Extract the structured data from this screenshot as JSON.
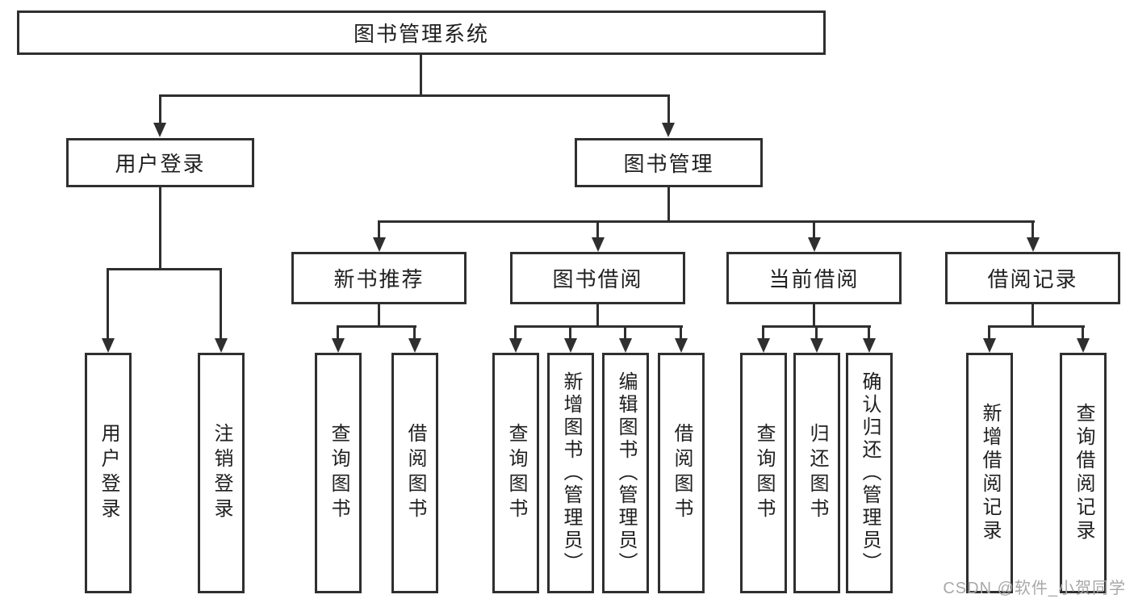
{
  "diagram_type": "functional-structure-org-chart",
  "colors": {
    "line": "#2f2f2f",
    "text": "#1f1f1f",
    "background": "#ffffff",
    "watermark": "#a8a8a8"
  },
  "watermark": {
    "text": "CSDN @软件_小贺同学"
  },
  "tree": {
    "label": "图书管理系统",
    "children": [
      {
        "label": "用户登录",
        "children": [
          {
            "label": "用户登录"
          },
          {
            "label": "注销登录"
          }
        ]
      },
      {
        "label": "图书管理",
        "children": [
          {
            "label": "新书推荐",
            "children": [
              {
                "label": "查询图书"
              },
              {
                "label": "借阅图书"
              }
            ]
          },
          {
            "label": "图书借阅",
            "children": [
              {
                "label": "查询图书"
              },
              {
                "label": "新增图书（管理员）"
              },
              {
                "label": "编辑图书（管理员）"
              },
              {
                "label": "借阅图书"
              }
            ]
          },
          {
            "label": "当前借阅",
            "children": [
              {
                "label": "查询图书"
              },
              {
                "label": "归还图书"
              },
              {
                "label": "确认归还（管理员）"
              }
            ]
          },
          {
            "label": "借阅记录",
            "children": [
              {
                "label": "新增借阅记录"
              },
              {
                "label": "查询借阅记录"
              }
            ]
          }
        ]
      }
    ]
  }
}
